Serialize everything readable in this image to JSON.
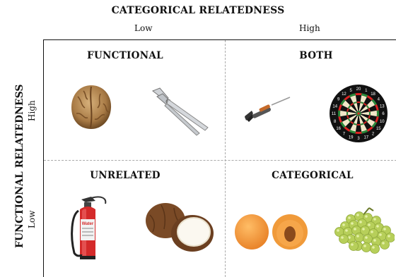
{
  "top_axis": {
    "title": "CATEGORICAL RELATEDNESS",
    "low": "Low",
    "high": "High"
  },
  "side_axis": {
    "title": "FUNCTIONAL RELATEDNESS",
    "high": "High",
    "low": "Low"
  },
  "quadrants": {
    "top_left": {
      "label": "FUNCTIONAL",
      "items": [
        "walnut-icon",
        "nutcracker-icon"
      ]
    },
    "top_right": {
      "label": "BOTH",
      "items": [
        "dart-icon",
        "dartboard-icon"
      ]
    },
    "bottom_left": {
      "label": "UNRELATED",
      "items": [
        "fire-extinguisher-icon",
        "coconut-icon"
      ]
    },
    "bottom_right": {
      "label": "CATEGORICAL",
      "items": [
        "apricot-icon",
        "grapes-icon"
      ]
    }
  },
  "extinguisher_label": "Water",
  "dartboard_numbers": [
    "20",
    "1",
    "18",
    "4",
    "13",
    "6",
    "10",
    "15",
    "2",
    "17",
    "3",
    "19",
    "7",
    "16",
    "8",
    "11",
    "14",
    "9",
    "12",
    "5"
  ]
}
